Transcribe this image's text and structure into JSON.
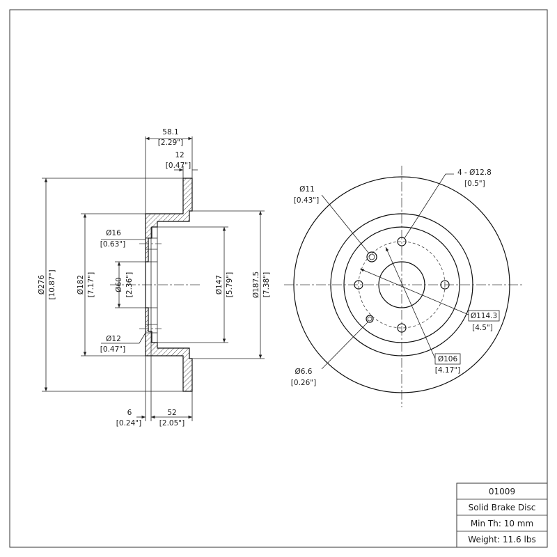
{
  "side_view": {
    "dims": {
      "overall_width": {
        "mm": "58.1",
        "in": "[2.29\"]"
      },
      "flange_thickness": {
        "mm": "12",
        "in": "[0.47\"]"
      },
      "outer_dia": {
        "mm": "Ø276",
        "in": "[10.87\"]"
      },
      "hat_dia": {
        "mm": "Ø182",
        "in": "[7.17\"]"
      },
      "stud_hole": {
        "mm": "Ø16",
        "in": "[0.63\"]"
      },
      "center_bore": {
        "mm": "Ø60",
        "in": "[2.36\"]"
      },
      "small_hole": {
        "mm": "Ø12",
        "in": "[0.47\"]"
      },
      "inner_hat_dia": {
        "mm": "Ø147",
        "in": "[5.79\"]"
      },
      "face_dia": {
        "mm": "Ø187.5",
        "in": "[7.38\"]"
      },
      "hat_wall": {
        "mm": "6",
        "in": "[0.24\"]"
      },
      "hat_height": {
        "mm": "52",
        "in": "[2.05\"]"
      }
    }
  },
  "front_view": {
    "labels": {
      "bolt_holes": {
        "mm": "4 - Ø12.8",
        "in": "[0.5\"]"
      },
      "hole_11": {
        "mm": "Ø11",
        "in": "[0.43\"]"
      },
      "bolt_circle": {
        "mm": "Ø114.3",
        "in": "[4.5\"]"
      },
      "pcd_106": {
        "mm": "Ø106",
        "in": "[4.17\"]"
      },
      "hole_6_6": {
        "mm": "Ø6.6",
        "in": "[0.26\"]"
      }
    }
  },
  "title_block": {
    "part_number": "01009",
    "type": "Solid Brake Disc",
    "min_thickness": "Min Th: 10 mm",
    "weight": "Weight: 11.6 lbs"
  }
}
